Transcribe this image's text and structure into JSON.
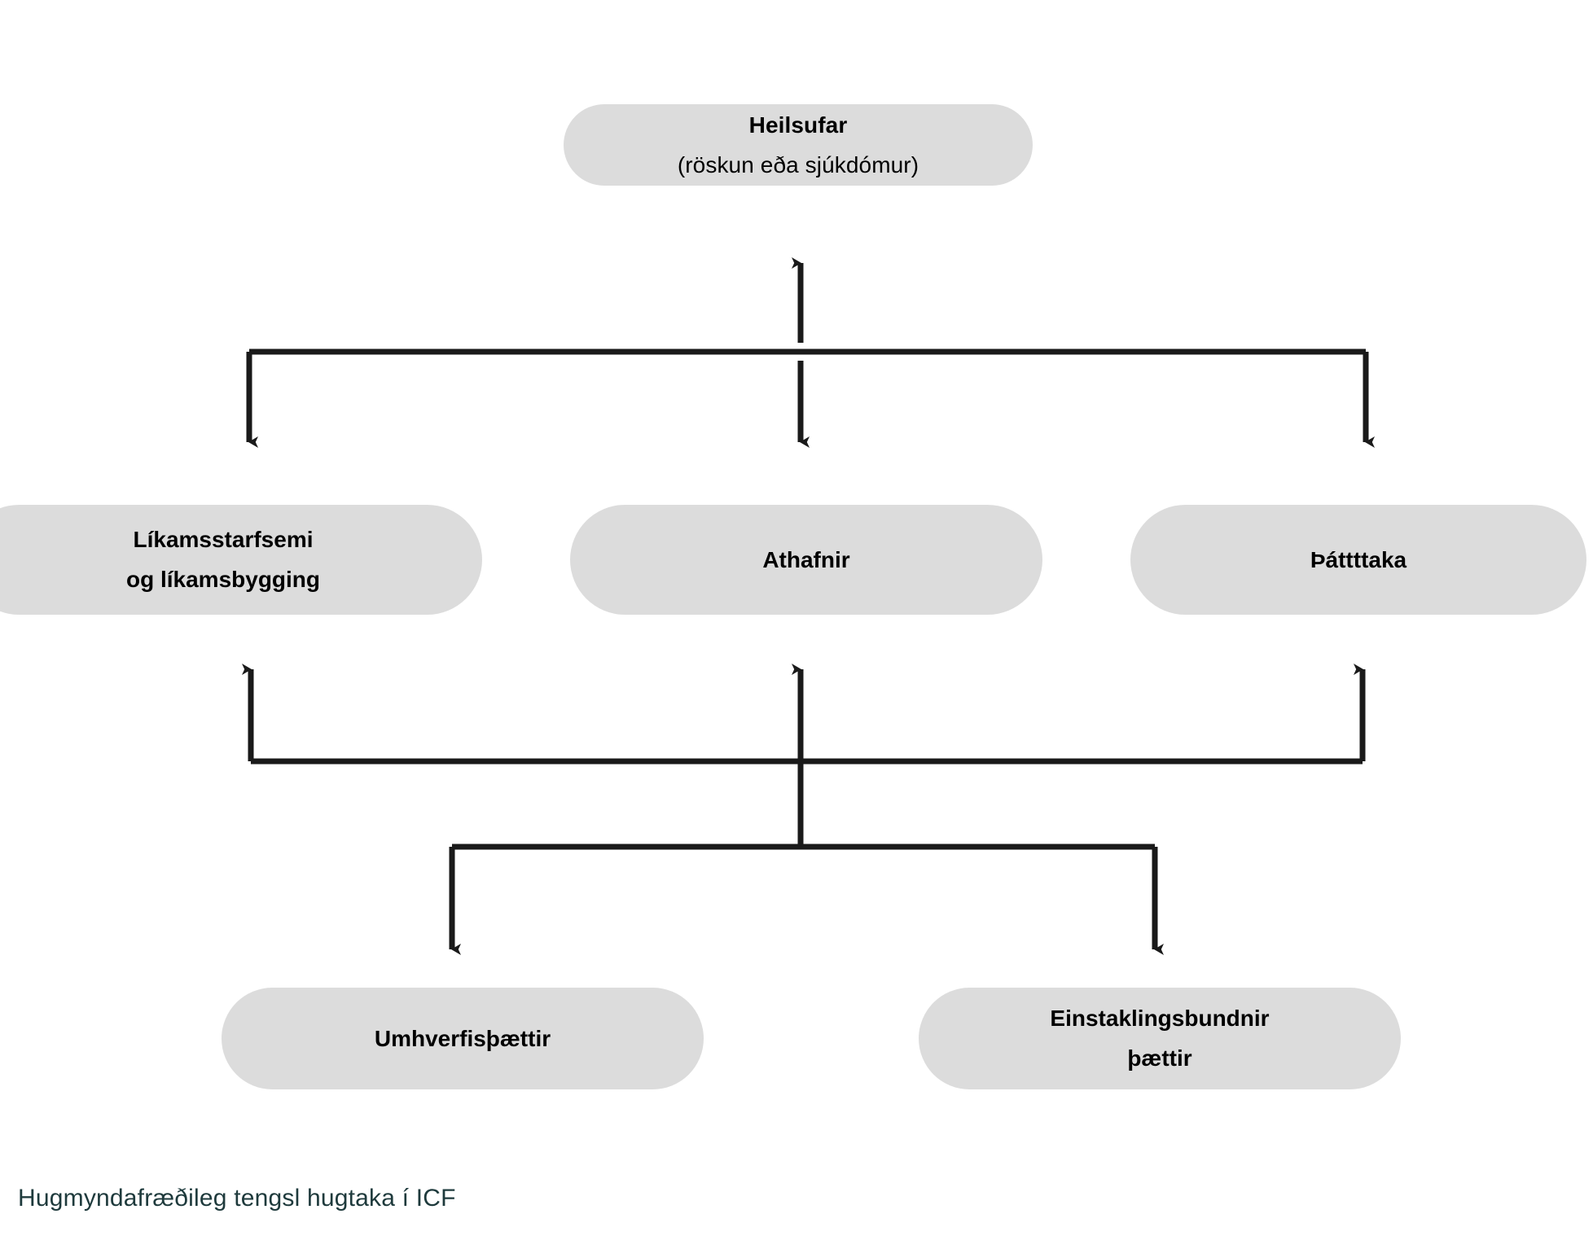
{
  "diagram": {
    "caption": "Hugmyndafræðileg tengsl hugtaka í ICF",
    "background_color": "#ffffff",
    "node_fill_color": "#dcdcdc",
    "connector_color": "#1a1a1a",
    "caption_color": "#1e3a3c",
    "nodes": {
      "health_condition": {
        "line1": "Heilsufar",
        "line2": "(röskun eða sjúkdómur)"
      },
      "body_functions": {
        "line1": "Líkamsstarfsemi",
        "line2": "og líkamsbygging"
      },
      "activities": {
        "label": "Athafnir"
      },
      "participation": {
        "label": "Þáttttaka"
      },
      "environmental_factors": {
        "label": "Umhverfisþættir"
      },
      "personal_factors": {
        "line1": "Einstaklingsbundnir",
        "line2": "þættir"
      }
    },
    "connectors": [
      {
        "name": "health-condition-to-bus",
        "type": "double-headed-vertical-arrow",
        "from": "health_condition",
        "to": "activities"
      },
      {
        "name": "bus-to-body-functions",
        "type": "elbow-arrow-down",
        "to": "body_functions"
      },
      {
        "name": "bus-to-participation",
        "type": "elbow-arrow-down",
        "to": "participation"
      },
      {
        "name": "lower-bus-to-body-functions",
        "type": "elbow-arrow-up",
        "to": "body_functions"
      },
      {
        "name": "lower-bus-to-activities",
        "type": "arrow-up",
        "to": "activities"
      },
      {
        "name": "lower-bus-to-participation",
        "type": "elbow-arrow-up",
        "to": "participation"
      },
      {
        "name": "bottom-bus-to-environmental-factors",
        "type": "elbow-arrow-down",
        "to": "environmental_factors"
      },
      {
        "name": "bottom-bus-to-personal-factors",
        "type": "elbow-arrow-down",
        "to": "personal_factors"
      }
    ]
  }
}
